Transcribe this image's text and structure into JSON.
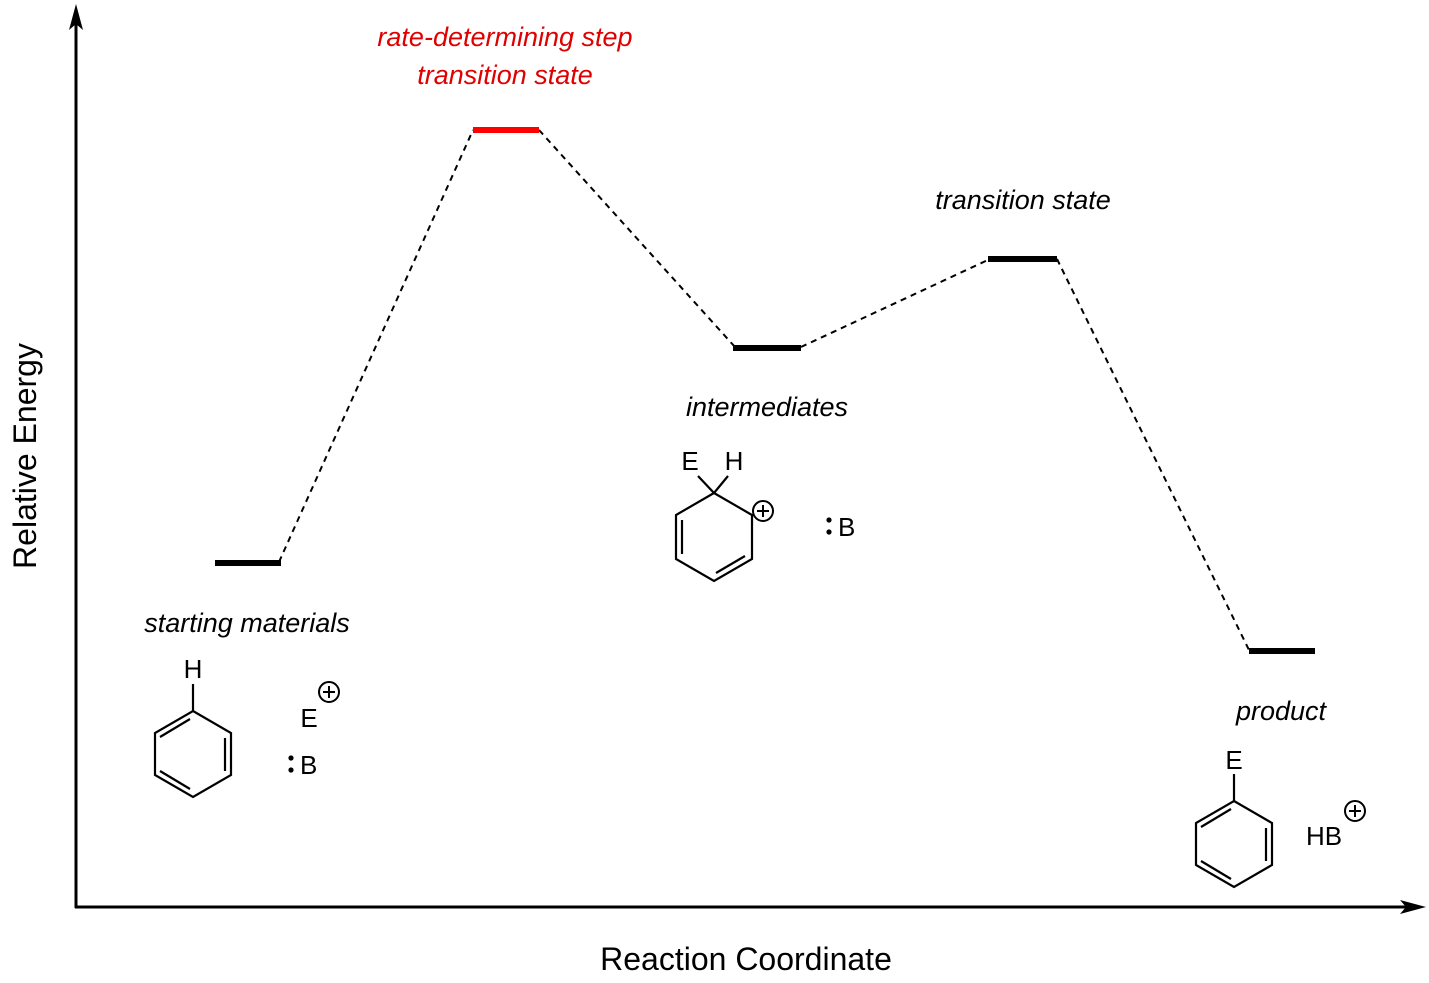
{
  "axes": {
    "x_label": "Reaction Coordinate",
    "y_label": "Relative Energy"
  },
  "states": {
    "starting": {
      "label": "starting materials"
    },
    "rds": {
      "line1": "rate-determining step",
      "line2": "transition state"
    },
    "intermediate": {
      "label": "intermediates"
    },
    "ts2": {
      "label": "transition state"
    },
    "product": {
      "label": "product"
    }
  },
  "molecules": {
    "benzene": {
      "h": "H"
    },
    "electrophile": {
      "e": "E"
    },
    "base1": {
      "b": "B"
    },
    "arenium": {
      "e": "E",
      "h": "H"
    },
    "base2": {
      "b": "B"
    },
    "product": {
      "e": "E"
    },
    "conj_acid": {
      "hb": "HB"
    }
  },
  "colors": {
    "axis": "#000000",
    "level": "#000000",
    "rds_level": "#ff0000",
    "rds_label": "#e00000"
  },
  "icons": [
    "plus-charge-icon",
    "lone-pair-icon",
    "benzene-ring-icon",
    "arenium-ring-icon"
  ]
}
